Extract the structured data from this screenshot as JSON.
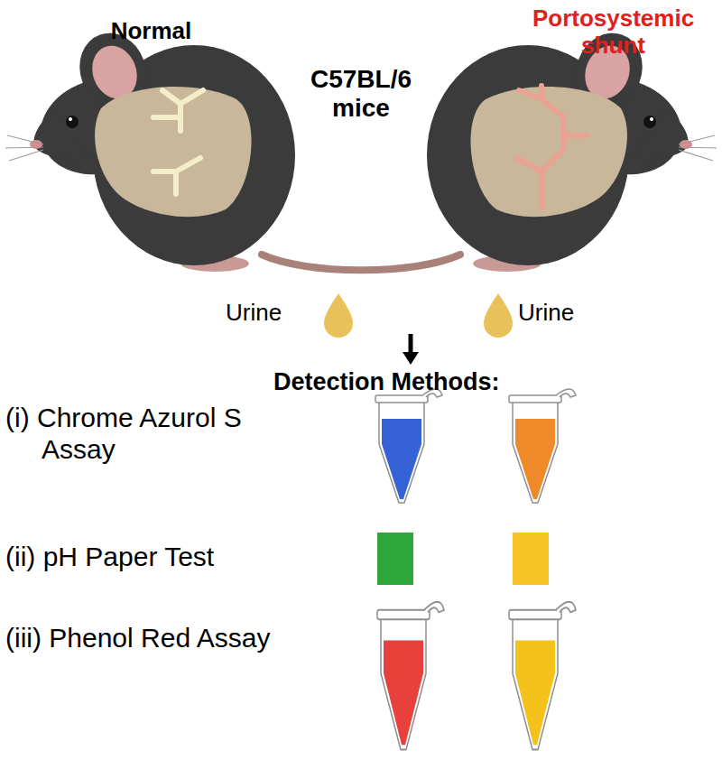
{
  "diagram": {
    "labels": [
      "Normal",
      "Portosystemic shunt",
      "C57BL/6 mice",
      "Urine",
      "Urine",
      "Detection Methods:",
      "(i) Chrome Azurol S Assay",
      "(ii) pH Paper Test",
      "(iii) Phenol Red Assay"
    ]
  }
}
